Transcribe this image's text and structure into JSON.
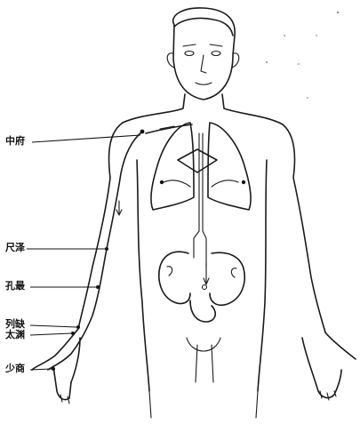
{
  "acupoints": [
    {
      "id": "zhongfu",
      "name": "中府"
    },
    {
      "id": "chize",
      "name": "尺泽"
    },
    {
      "id": "kongzui",
      "name": "孔最"
    },
    {
      "id": "lieque",
      "name": "列缺"
    },
    {
      "id": "taiyuan",
      "name": "太渊"
    },
    {
      "id": "shaoshang",
      "name": "少商"
    }
  ],
  "colors": {
    "ink": "#1a1a1a",
    "background": "#ffffff"
  }
}
